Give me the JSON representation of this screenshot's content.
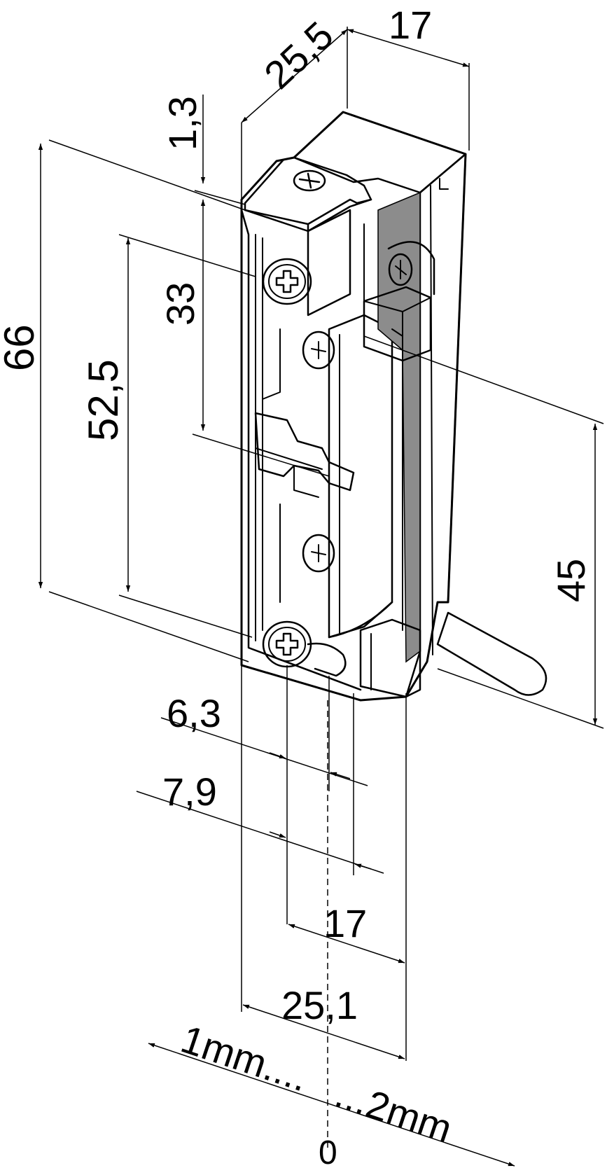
{
  "colors": {
    "line": "#000000",
    "body_fill": "#ffffff",
    "shade": "#d9d9d9",
    "dark_shade": "#8c8c8c"
  },
  "labels": {
    "width_top": "25,5",
    "depth_top": "17",
    "offset_top": "1,3",
    "height_total": "66",
    "height_inner": "52,5",
    "height_upper": "33",
    "height_right": "45",
    "dim_63": "6,3",
    "dim_79": "7,9",
    "dim_17_bottom": "17",
    "dim_251": "25,1",
    "adjust_left": "1mm....",
    "adjust_right": "...2mm",
    "adjust_zero": "0"
  }
}
